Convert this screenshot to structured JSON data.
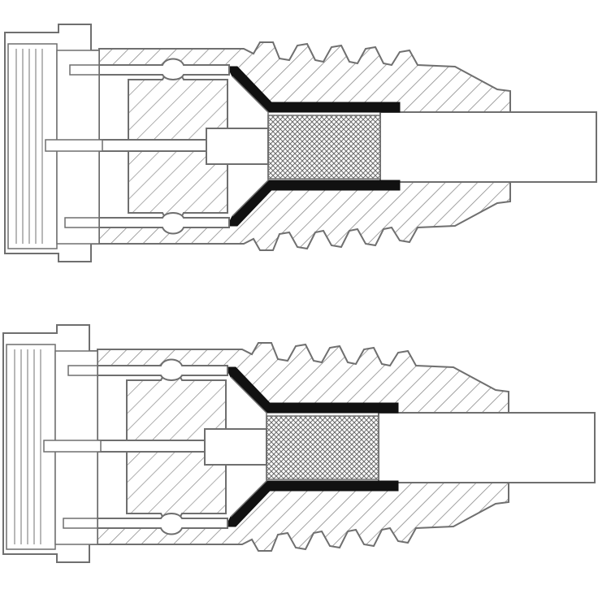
{
  "diagram": {
    "kind": "cross-section",
    "views": [
      {
        "id": "top"
      },
      {
        "id": "bottom"
      }
    ],
    "colors": {
      "background": "#ffffff",
      "outline": "#6f6f6f",
      "hatch": "#8a8a8a",
      "seal": "#111111",
      "braid": "#7a7a7a",
      "fill": "#ffffff"
    }
  }
}
